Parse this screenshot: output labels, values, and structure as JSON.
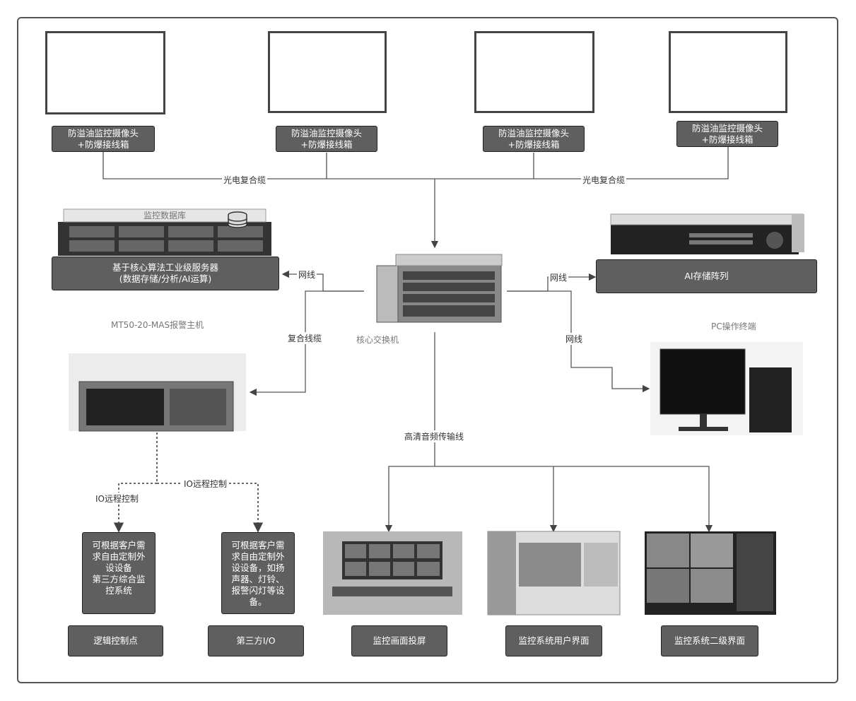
{
  "cameras": [
    {
      "line1": "防溢油监控摄像头",
      "line2": "+防爆接线箱"
    },
    {
      "line1": "防溢油监控摄像头",
      "line2": "+防爆接线箱"
    },
    {
      "line1": "防溢油监控摄像头",
      "line2": "+防爆接线箱"
    },
    {
      "line1": "防溢油监控摄像头",
      "line2": "+防爆接线箱"
    }
  ],
  "links": {
    "fiber_left": "光电复合缆",
    "fiber_right": "光电复合缆",
    "net_server": "网线",
    "net_storage": "网线",
    "net_pc": "网线",
    "composite_cable": "复合线缆",
    "hd_av": "高清音频传输线",
    "io_left": "IO远程控制",
    "io_right": "IO远程控制"
  },
  "server": {
    "caption": "监控数据库",
    "line1": "基于核心算法工业级服务器",
    "line2": "(数据存储/分析/AI运算)"
  },
  "storage": {
    "label": "AI存储阵列"
  },
  "switch": {
    "caption": "核心交换机"
  },
  "alarm_host": {
    "caption": "MT50-20-MAS报警主机"
  },
  "pc": {
    "caption": "PC操作终端"
  },
  "io_boxes": {
    "left": [
      "可根据客户需",
      "求自由定制外",
      "设设备",
      "第三方综合监",
      "控系统"
    ],
    "right": [
      "可根据客户需",
      "求自由定制外",
      "设设备，如扬",
      "声器、灯铃、",
      "报警闪灯等设",
      "备。"
    ]
  },
  "bottom_labels": {
    "logic": "逻辑控制点",
    "third_io": "第三方I/O",
    "projection": "监控画面投屏",
    "user_ui": "监控系统用户界面",
    "secondary_ui": "监控系统二级界面"
  },
  "colors": {
    "box": "#5f5f5f",
    "line": "#444444",
    "frame": "#555555"
  }
}
